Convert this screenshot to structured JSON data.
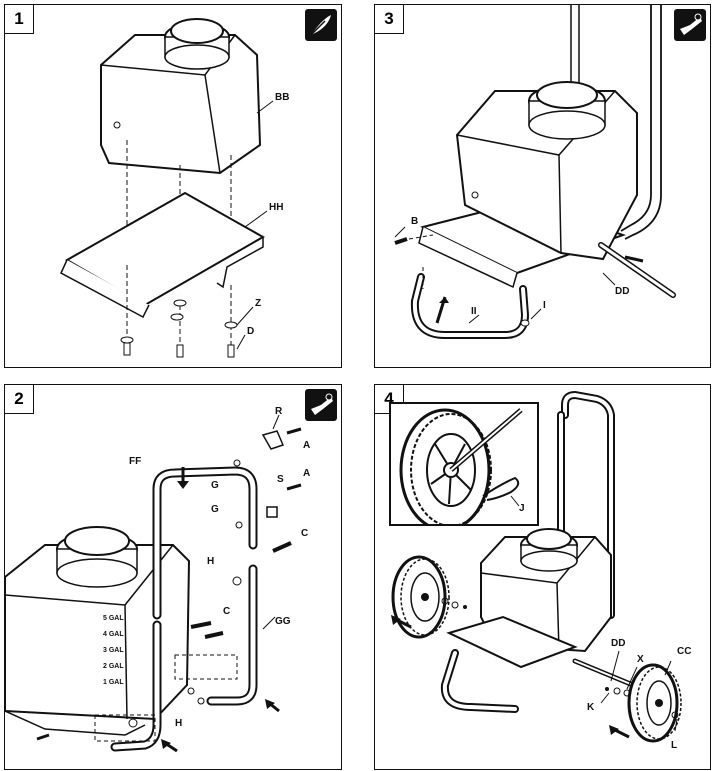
{
  "panels": [
    {
      "number": "1",
      "labels": [
        "BB",
        "HH",
        "Z",
        "D"
      ],
      "icon": "feather-icon"
    },
    {
      "number": "3",
      "labels": [
        "B",
        "DD",
        "II",
        "I"
      ],
      "icon": "wrench-hand-icon"
    },
    {
      "number": "2",
      "labels": [
        "R",
        "A",
        "FF",
        "G",
        "S",
        "A",
        "G",
        "C",
        "H",
        "C",
        "GG",
        "H"
      ],
      "tank_scale": [
        "5 GAL",
        "4 GAL",
        "3 GAL",
        "2 GAL",
        "1 GAL"
      ],
      "icon": "wrench-hand-icon"
    },
    {
      "number": "4",
      "labels": [
        "J",
        "DD",
        "CC",
        "X",
        "K",
        "L"
      ]
    }
  ]
}
